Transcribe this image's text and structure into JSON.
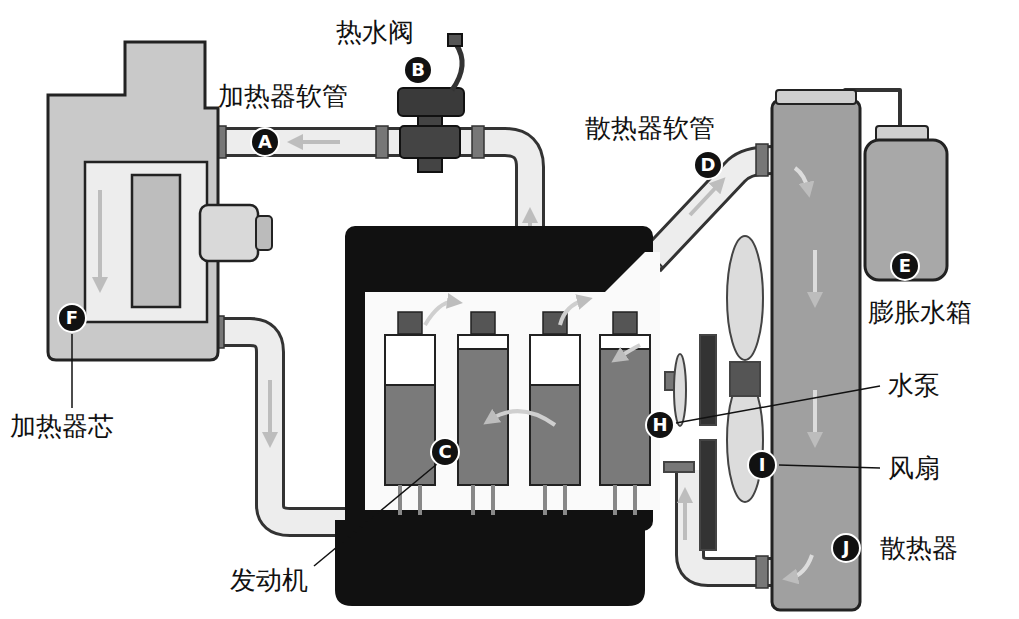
{
  "diagram": {
    "nodes": [
      {
        "text": [
          "B"
        ]
      },
      {
        "text": [
          "A"
        ]
      },
      {
        "text": [
          "D"
        ]
      },
      {
        "text": [
          "E"
        ]
      },
      {
        "text": [
          "F"
        ]
      },
      {
        "text": [
          "H"
        ]
      },
      {
        "text": [
          "C"
        ]
      },
      {
        "text": [
          "I"
        ]
      },
      {
        "text": [
          "J"
        ]
      }
    ],
    "labels": [
      "热水阀",
      "加热器软管",
      "散热器软管",
      "膨胀水箱",
      "加热器芯",
      "水泵",
      "风扇",
      "发动机",
      "散热器"
    ]
  }
}
